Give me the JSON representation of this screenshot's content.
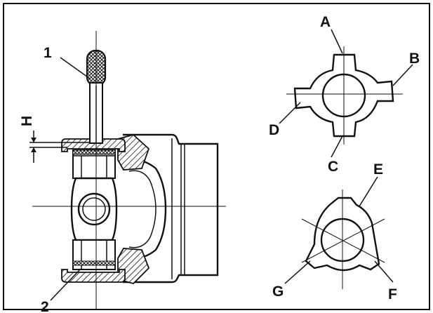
{
  "labels": {
    "part_1": "1",
    "part_2": "2",
    "dim_h": "H",
    "a": "A",
    "b": "B",
    "c": "C",
    "d": "D",
    "e": "E",
    "f": "F",
    "g": "G"
  }
}
